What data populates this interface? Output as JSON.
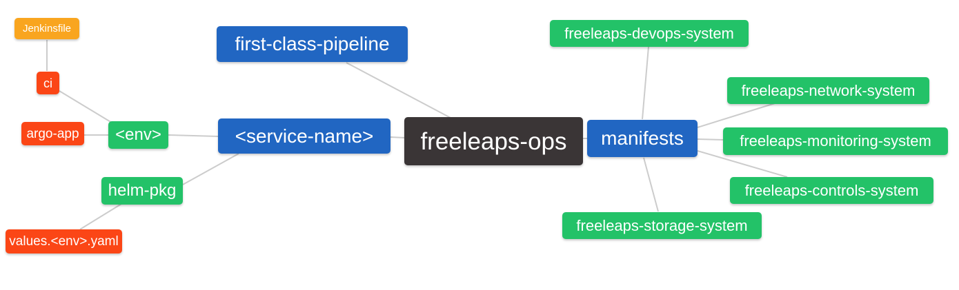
{
  "mindmap": {
    "nodes": {
      "jenkinsfile": {
        "label": "Jenkinsfile",
        "color": "amber"
      },
      "ci": {
        "label": "ci",
        "color": "red"
      },
      "argo_app": {
        "label": "argo-app",
        "color": "red"
      },
      "env": {
        "label": "<env>",
        "color": "green"
      },
      "helm_pkg": {
        "label": "helm-pkg",
        "color": "green"
      },
      "values_env_yaml": {
        "label": "values.<env>.yaml",
        "color": "red"
      },
      "first_class_pipeline": {
        "label": "first-class-pipeline",
        "color": "blue"
      },
      "service_name": {
        "label": "<service-name>",
        "color": "blue"
      },
      "freeleaps_ops": {
        "label": "freeleaps-ops",
        "color": "dark"
      },
      "manifests": {
        "label": "manifests",
        "color": "blue"
      },
      "devops_system": {
        "label": "freeleaps-devops-system",
        "color": "green"
      },
      "network_system": {
        "label": "freeleaps-network-system",
        "color": "green"
      },
      "monitoring_system": {
        "label": "freeleaps-monitoring-system",
        "color": "green"
      },
      "controls_system": {
        "label": "freeleaps-controls-system",
        "color": "green"
      },
      "storage_system": {
        "label": "freeleaps-storage-system",
        "color": "green"
      }
    },
    "edges": [
      {
        "from": "jenkinsfile",
        "to": "ci"
      },
      {
        "from": "ci",
        "to": "env"
      },
      {
        "from": "argo_app",
        "to": "env"
      },
      {
        "from": "env",
        "to": "service_name"
      },
      {
        "from": "helm_pkg",
        "to": "service_name"
      },
      {
        "from": "values_env_yaml",
        "to": "helm_pkg"
      },
      {
        "from": "first_class_pipeline",
        "to": "freeleaps_ops"
      },
      {
        "from": "service_name",
        "to": "freeleaps_ops"
      },
      {
        "from": "freeleaps_ops",
        "to": "manifests"
      },
      {
        "from": "manifests",
        "to": "devops_system"
      },
      {
        "from": "manifests",
        "to": "network_system"
      },
      {
        "from": "manifests",
        "to": "monitoring_system"
      },
      {
        "from": "manifests",
        "to": "controls_system"
      },
      {
        "from": "manifests",
        "to": "storage_system"
      }
    ],
    "colors": {
      "blue": "#2166C2",
      "green": "#23C268",
      "red": "#FB4616",
      "amber": "#F9A51F",
      "dark": "#3A3536",
      "edge": "#CCCCCC",
      "text": "#FFFFFF",
      "background": "#FFFFFF"
    }
  }
}
